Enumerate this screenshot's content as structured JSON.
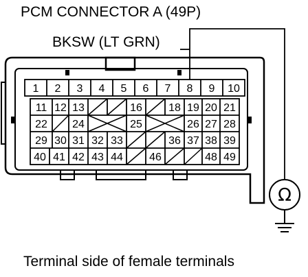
{
  "title": "PCM CONNECTOR A (49P)",
  "wire_label": "BKSW (LT GRN)",
  "caption": "Terminal side of female terminals",
  "meter_symbol": "Ω",
  "rows": [
    [
      "1",
      "2",
      "3",
      "4",
      "5",
      "6",
      "7",
      "8",
      "9",
      "10"
    ],
    [
      "11",
      "12",
      "13",
      "",
      "",
      "16",
      "",
      "18",
      "19",
      "20",
      "21"
    ],
    [
      "22",
      "",
      "24",
      "",
      "",
      "25",
      "",
      "",
      "26",
      "27",
      "28"
    ],
    [
      "29",
      "30",
      "31",
      "32",
      "33",
      "",
      "",
      "36",
      "37",
      "38",
      "39"
    ],
    [
      "40",
      "41",
      "42",
      "43",
      "44",
      "",
      "46",
      "",
      "48",
      "49"
    ]
  ],
  "colors": {
    "line": "#000000",
    "background": "#ffffff"
  }
}
